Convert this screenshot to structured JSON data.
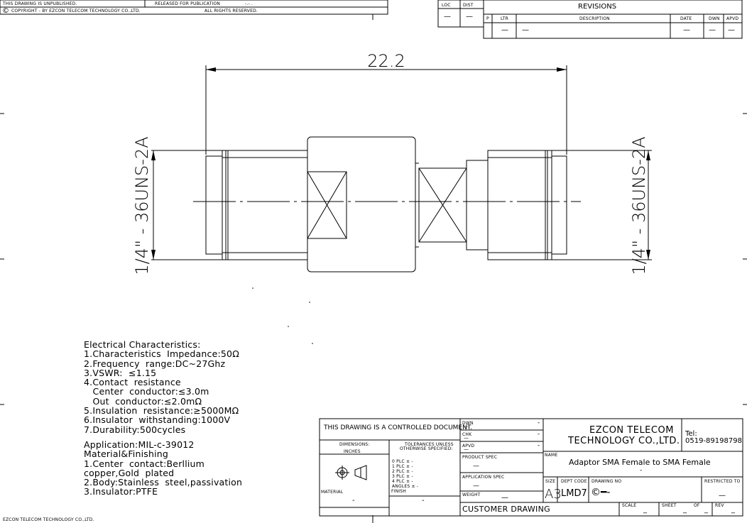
{
  "header": {
    "unpublished": "THIS DRAWING IS UNPUBLISHED.",
    "released": "RELEASED FOR PUBLICATION",
    "released_value": "-.- .",
    "copyright_symbol": "©",
    "copyright": "COPYRIGHT  - BY EZCON TELECOM TECHNOLOGY CO.,LTD.",
    "rights": "ALL RIGHTS RESERVED.",
    "loc": "LOC",
    "dist": "DIST",
    "loc_value": "—",
    "dist_value": "—"
  },
  "revisions": {
    "title": "REVISIONS",
    "cols": [
      "P",
      "LTR",
      "DESCRIPTION",
      "DATE",
      "DWN",
      "APVD"
    ],
    "row": [
      "",
      "—",
      "—",
      "—",
      "—",
      "—"
    ]
  },
  "drawing": {
    "dimension": "22.2",
    "thread_left": "1/4\" - 36UNS-2A",
    "thread_right": "1/4\" - 36UNS-2A"
  },
  "notes": [
    "Electrical Characteristics:",
    "1.Characteristics  Impedance:50Ω",
    "2.Frequency  range:DC~27Ghz",
    "3.VSWR:  ≤1.15",
    "4.Contact  resistance",
    "   Center  conductor:≤3.0m",
    "   Out  conductor:≤2.0mΩ",
    "5.Insulation  resistance:≥5000MΩ",
    "6.Insulator  withstanding:1000V",
    "7.Durability:500cycles",
    "",
    "Application:MIL-c-39012",
    "Material&Finishing",
    "1.Center  contact:Berllium",
    "copper,Gold  plated",
    "2.Body:Stainless  steel,passivation",
    "3.Insulator:PTFE"
  ],
  "title_block": {
    "controlled": "THIS DRAWING IS A CONTROLLED DOCUMENT.",
    "dimensions": "DIMENSIONS:",
    "inches": "INCHES",
    "tolerances": "TOLERANCES UNLESS",
    "otherwise": "OTHERWISE SPECIFIED:",
    "plc": [
      "0 PLC     ± -",
      "1 PLC     ± -",
      "2 PLC     ± -",
      "3 PLC     ± -",
      "4 PLC     ± -",
      "ANGLES            ± -"
    ],
    "material": "MATERIAL",
    "material_value": "-",
    "finish": "FINISH",
    "finish_value": "-",
    "dwn": "DWN",
    "chk": "CHK",
    "apvd": "APVD",
    "dwn_value": "-",
    "chk_value": "-",
    "apvd_value": "-",
    "dash_small": "—",
    "product_spec": "PRODUCT SPEC",
    "application_spec": "APPLICATION SPEC",
    "weight": "WEIGHT",
    "weight_value": "—",
    "customer_drawing": "CUSTOMER  DRAWING",
    "company_line1": "EZCON  TELECOM",
    "company_line2": "TECHNOLOGY  CO.,LTD.",
    "tel_label": "Tel:",
    "tel": "0519-89198798",
    "name_label": "NAME",
    "name": "Adaptor  SMA  Female  to  SMA  Female",
    "name_dash": "-",
    "size_label": "SIZE",
    "size": "A3",
    "dept_label": "DEPT CODE",
    "dept": "LMD7",
    "drawing_no_label": "DRAWING NO",
    "drawing_no": "©━-",
    "restricted": "RESTRICTED TO",
    "restricted_value": "—",
    "scale": "SCALE",
    "sheet": "SHEET",
    "of": "OF",
    "rev": "REV",
    "underscore": "_"
  },
  "footer": "EZCON TELECOM TECHNOLOGY CO.,LTD."
}
